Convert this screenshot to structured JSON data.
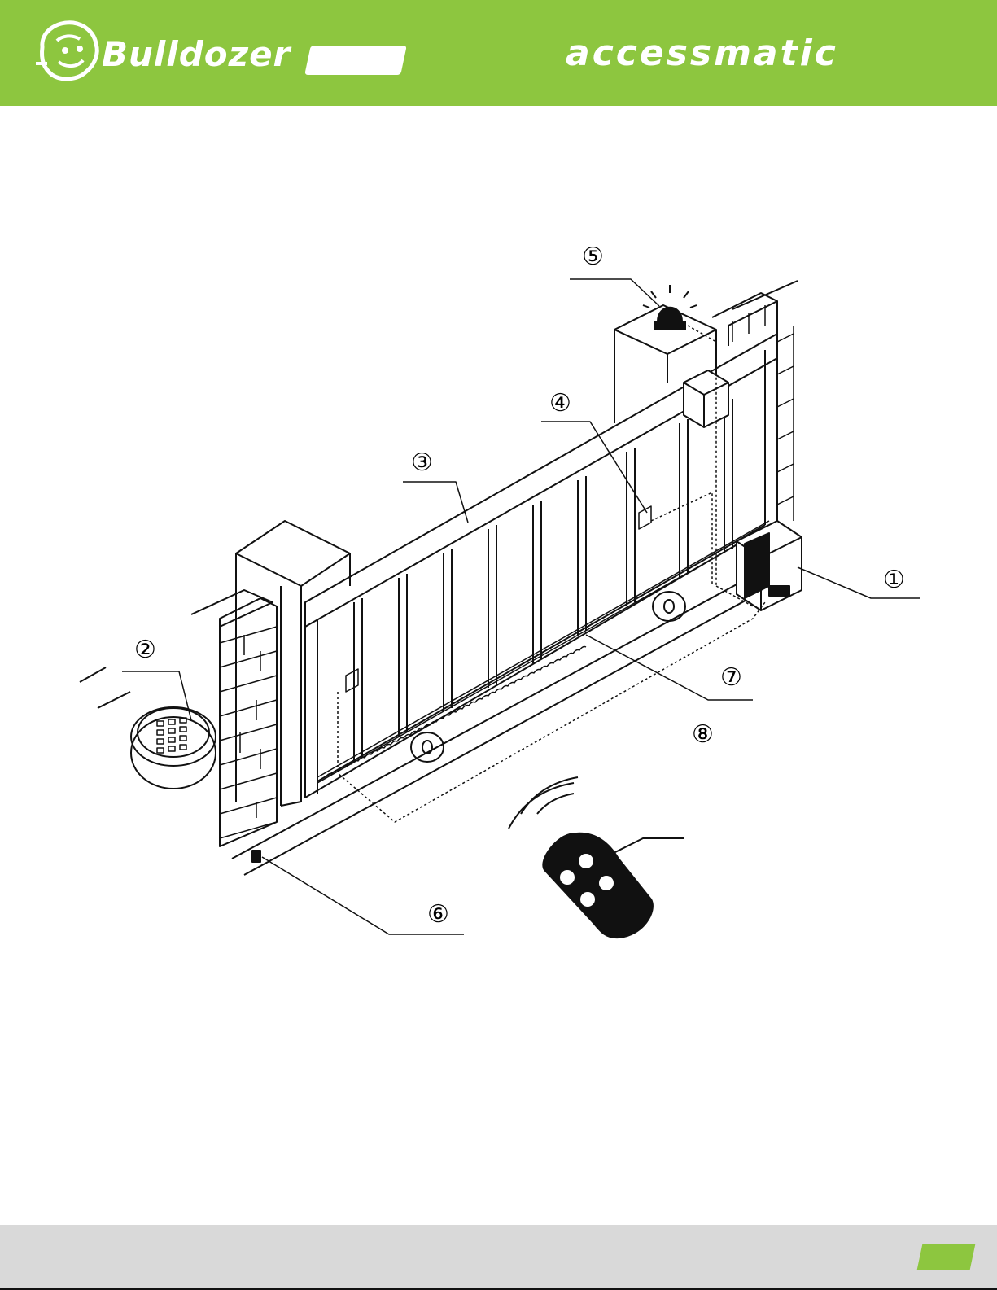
{
  "header": {
    "brand_left": "Bulldozer",
    "brand_right": "accessmatic",
    "colors": {
      "bar": "#8dc63f",
      "text": "#ffffff"
    }
  },
  "callouts": [
    {
      "id": "1",
      "label": "①"
    },
    {
      "id": "2",
      "label": "②"
    },
    {
      "id": "3",
      "label": "③"
    },
    {
      "id": "4",
      "label": "④"
    },
    {
      "id": "5",
      "label": "⑤"
    },
    {
      "id": "6",
      "label": "⑥"
    },
    {
      "id": "7",
      "label": "⑦"
    },
    {
      "id": "8",
      "label": "⑧"
    }
  ],
  "icons": {
    "logo_left": "bulldog-logo-icon",
    "motor": "gate-motor-icon",
    "keypad": "keypad-icon",
    "lamp": "warning-lamp-icon",
    "remote": "remote-control-icon"
  },
  "footer": {
    "colors": {
      "bar": "#d9d9d9",
      "badge": "#8dc63f"
    }
  }
}
